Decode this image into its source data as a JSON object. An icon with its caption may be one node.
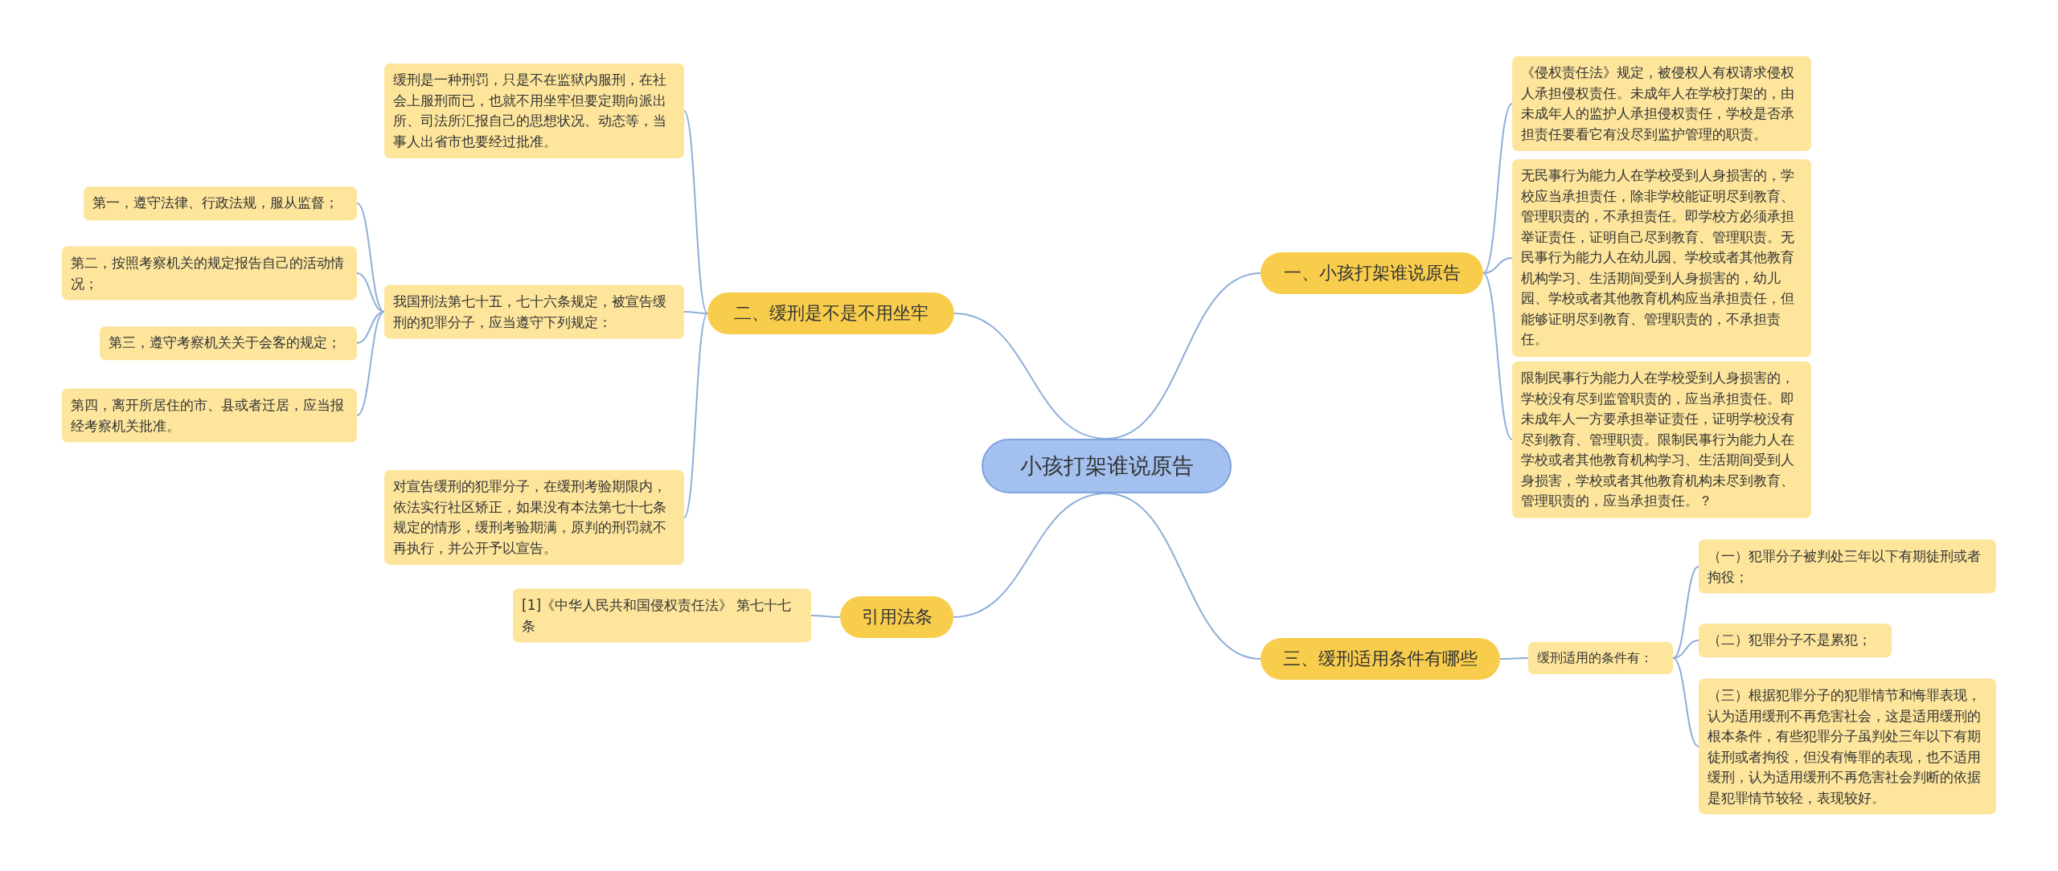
{
  "diagram": {
    "nodes": [
      {
        "text": [
          "小孩打架谁说原告"
        ]
      },
      {
        "text": [
          "一、小孩打架谁说原告"
        ]
      },
      {
        "text": [
          "《侵权责任法》规定，被侵权人有权请求侵权人承担侵权责任。未成年人在学校打架的，由未成年人的监护人承担侵权责任，学校是否承担责任要看它有没尽到监护管理的职责。"
        ]
      },
      {
        "text": [
          "无民事行为能力人在学校受到人身损害的，学校应当承担责任，除非学校能证明尽到教育、管理职责的，不承担责任。即学校方必须承担举证责任，证明自己尽到教育、管理职责。无民事行为能力人在幼儿园、学校或者其他教育机构学习、生活期间受到人身损害的，幼儿园、学校或者其他教育机构应当承担责任，但能够证明尽到教育、管理职责的，不承担责任。"
        ]
      },
      {
        "text": [
          "限制民事行为能力人在学校受到人身损害的，学校没有尽到监管职责的，应当承担责任。即未成年人一方要承担举证责任，证明学校没有尽到教育、管理职责。限制民事行为能力人在学校或者其他教育机构学习、生活期间受到人身损害，学校或者其他教育机构未尽到教育、管理职责的，应当承担责任。？"
        ]
      },
      {
        "text": [
          "三、缓刑适用条件有哪些"
        ]
      },
      {
        "text": [
          "缓刑适用的条件有："
        ]
      },
      {
        "text": [
          "（一）犯罪分子被判处三年以下有期徒刑或者拘役；"
        ]
      },
      {
        "text": [
          "（二）犯罪分子不是累犯；"
        ]
      },
      {
        "text": [
          "（三）根据犯罪分子的犯罪情节和悔罪表现，认为适用缓刑不再危害社会，这是适用缓刑的根本条件，有些犯罪分子虽判处三年以下有期徒刑或者拘役，但没有悔罪的表现，也不适用缓刑，认为适用缓刑不再危害社会判断的依据是犯罪情节较轻，表现较好。"
        ]
      },
      {
        "text": [
          "二、缓刑是不是不用坐牢"
        ]
      },
      {
        "text": [
          "缓刑是一种刑罚，只是不在监狱内服刑，在社会上服刑而已，也就不用坐牢但要定期向派出所、司法所汇报自己的思想状况、动态等，当事人出省市也要经过批准。"
        ]
      },
      {
        "text": [
          "我国刑法第七十五，七十六条规定，被宣告缓刑的犯罪分子，应当遵守下列规定："
        ]
      },
      {
        "text": [
          "第一，遵守法律、行政法规，服从监督；"
        ]
      },
      {
        "text": [
          "第二，按照考察机关的规定报告自己的活动情况；"
        ]
      },
      {
        "text": [
          "第三，遵守考察机关关于会客的规定；"
        ]
      },
      {
        "text": [
          "第四，离开所居住的市、县或者迁居，应当报经考察机关批准。"
        ]
      },
      {
        "text": [
          "对宣告缓刑的犯罪分子，在缓刑考验期限内，依法实行社区矫正，如果没有本法第七十七条规定的情形，缓刑考验期满，原判的刑罚就不再执行，并公开予以宣告。"
        ]
      },
      {
        "text": [
          "引用法条"
        ]
      },
      {
        "text": [
          "[1]《中华人民共和国侵权责任法》 第七十七条"
        ]
      }
    ],
    "edges": [
      {
        "from": 0,
        "to": 1,
        "arrow": "none"
      },
      {
        "from": 1,
        "to": 2,
        "arrow": "none"
      },
      {
        "from": 1,
        "to": 3,
        "arrow": "none"
      },
      {
        "from": 1,
        "to": 4,
        "arrow": "none"
      },
      {
        "from": 0,
        "to": 5,
        "arrow": "none"
      },
      {
        "from": 5,
        "to": 6,
        "arrow": "none"
      },
      {
        "from": 6,
        "to": 7,
        "arrow": "none"
      },
      {
        "from": 6,
        "to": 8,
        "arrow": "none"
      },
      {
        "from": 6,
        "to": 9,
        "arrow": "none"
      },
      {
        "from": 0,
        "to": 10,
        "arrow": "none"
      },
      {
        "from": 10,
        "to": 11,
        "arrow": "none"
      },
      {
        "from": 10,
        "to": 12,
        "arrow": "none"
      },
      {
        "from": 12,
        "to": 13,
        "arrow": "none"
      },
      {
        "from": 12,
        "to": 14,
        "arrow": "none"
      },
      {
        "from": 12,
        "to": 15,
        "arrow": "none"
      },
      {
        "from": 12,
        "to": 16,
        "arrow": "none"
      },
      {
        "from": 10,
        "to": 17,
        "arrow": "none"
      },
      {
        "from": 0,
        "to": 18,
        "arrow": "none"
      },
      {
        "from": 18,
        "to": 19,
        "arrow": "none"
      }
    ]
  }
}
